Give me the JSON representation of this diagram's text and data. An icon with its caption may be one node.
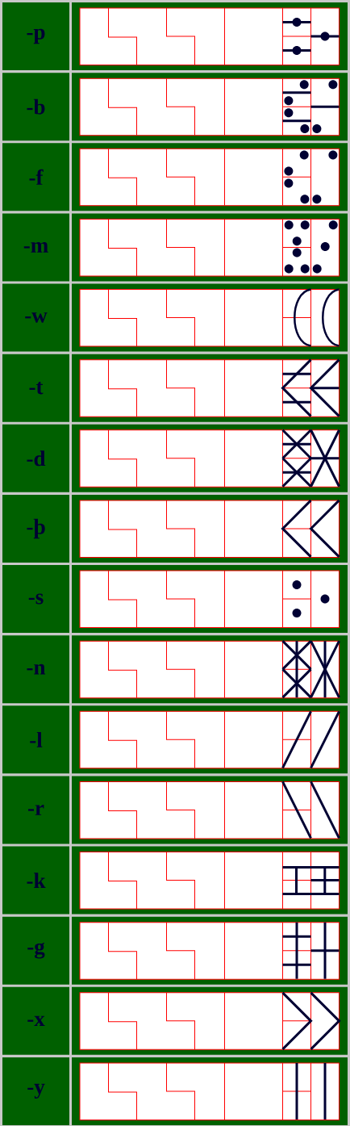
{
  "diagram": {
    "labels": [
      "-p",
      "-b",
      "-f",
      "-m",
      "-w",
      "-t",
      "-d",
      "-þ",
      "-s",
      "-n",
      "-l",
      "-r",
      "-k",
      "-g",
      "-x",
      "-y"
    ]
  }
}
